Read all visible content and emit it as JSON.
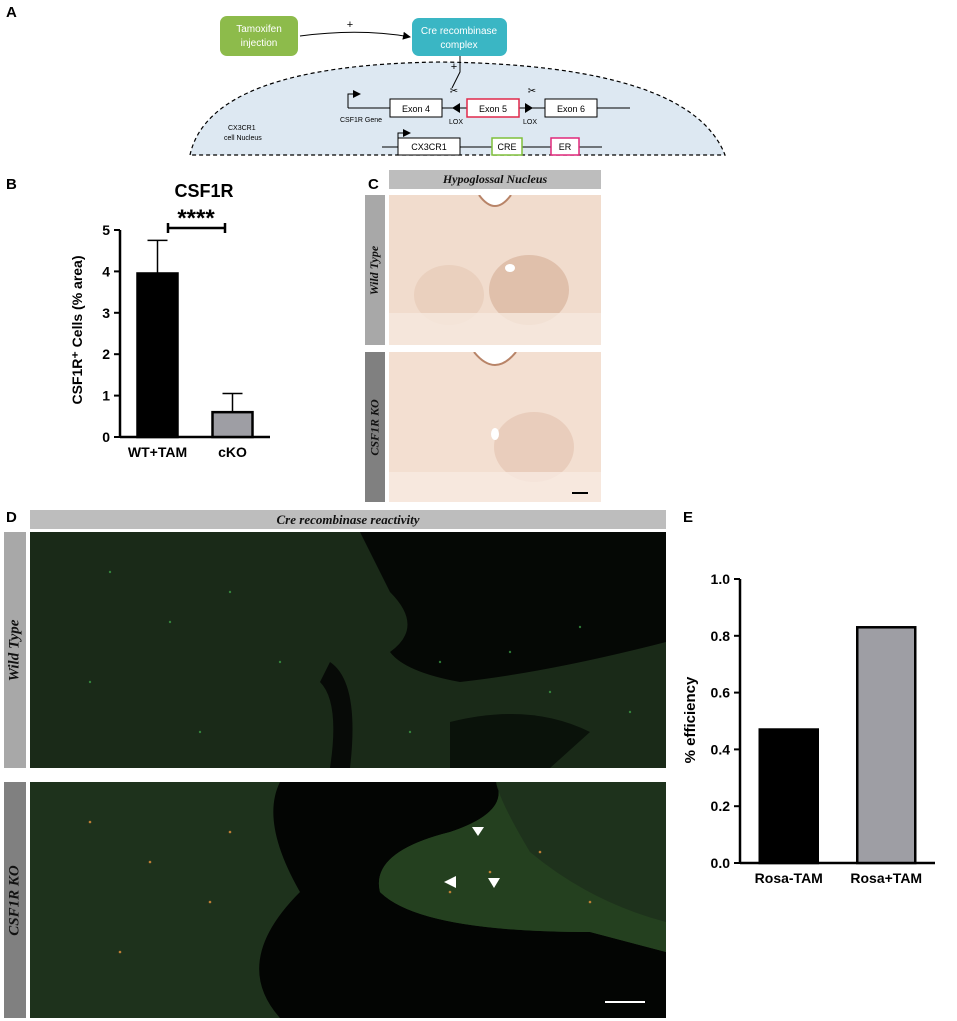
{
  "panels": {
    "a": "A",
    "b": "B",
    "c": "C",
    "d": "D",
    "e": "E"
  },
  "panelA": {
    "tamoxifen": [
      "Tamoxifen",
      "injection"
    ],
    "cre_complex": [
      "Cre recombinase",
      "complex"
    ],
    "plus1": "+",
    "plus2": "+",
    "exon4": "Exon 4",
    "exon5": "Exon 5",
    "exon6": "Exon 6",
    "lox1": "LOX",
    "lox2": "LOX",
    "csf1r_gene": "CSF1R Gene",
    "nucleus": [
      "CX3CR1",
      "cell Nucleus"
    ],
    "cx3cr1": "CX3CR1",
    "cre": "CRE",
    "er": "ER",
    "colors": {
      "tamoxifen": "#8dbb4b",
      "cre_complex": "#3ab6c4",
      "nucleus": "#dde8f2",
      "exon5_border": "#e0284a",
      "cre_border": "#7fbf3a",
      "er_border": "#e0287a"
    }
  },
  "chart_data": [
    {
      "type": "bar",
      "title": "CSF1R",
      "ylabel": "CSF1R⁺ Cells (% area)",
      "categories": [
        "WT+TAM",
        "cKO"
      ],
      "values": [
        3.95,
        0.6
      ],
      "errors": [
        0.8,
        0.45
      ],
      "ylim": [
        0,
        5
      ],
      "yticks": [
        "0",
        "1",
        "2",
        "3",
        "4",
        "5"
      ],
      "significance": "****",
      "colors": [
        "#000000",
        "#9e9ea4"
      ]
    },
    {
      "type": "bar",
      "ylabel": "% efficiency",
      "categories": [
        "Rosa-TAM",
        "Rosa+TAM"
      ],
      "values": [
        0.47,
        0.83
      ],
      "ylim": [
        0,
        1.0
      ],
      "yticks": [
        "0.0",
        "0.2",
        "0.4",
        "0.6",
        "0.8",
        "1.0"
      ],
      "colors": [
        "#000000",
        "#9e9ea4"
      ]
    }
  ],
  "panelC": {
    "header": "Hypoglossal Nucleus",
    "row1": "Wild Type",
    "row2": "CSF1R KO"
  },
  "panelD": {
    "header": "Cre recombinase reactivity",
    "row1": "Wild Type",
    "row2": "CSF1R KO"
  }
}
